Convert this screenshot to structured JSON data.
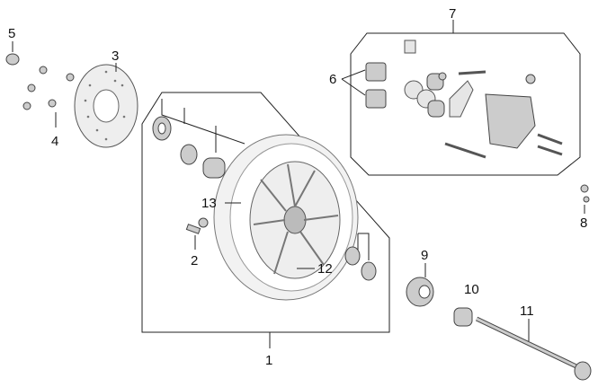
{
  "title": "Front wheel exploded parts diagram",
  "callouts": {
    "c1": "1",
    "c2": "2",
    "c3": "3",
    "c4": "4",
    "c5": "5",
    "c6": "6",
    "c7": "7",
    "c8": "8",
    "c9": "9",
    "c10": "10",
    "c11": "11",
    "c12": "12",
    "c13": "13"
  }
}
